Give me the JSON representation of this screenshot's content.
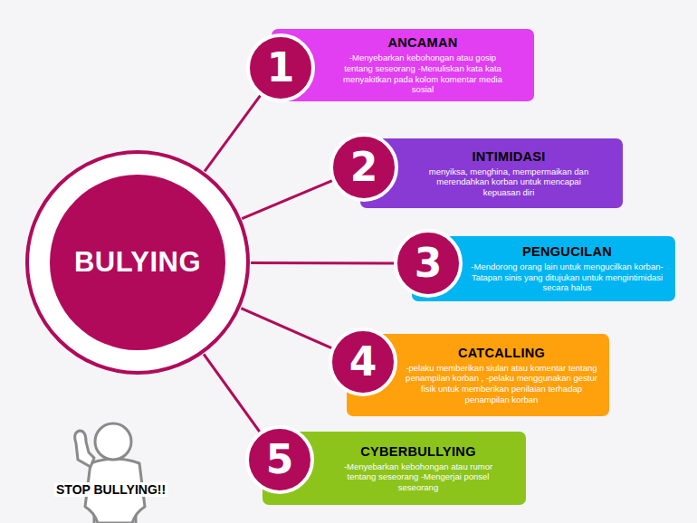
{
  "diagram": {
    "nodes": [
      {
        "text": [
          "BULYING"
        ]
      },
      {
        "text": [
          "1"
        ]
      },
      {
        "text": [
          "ANCAMAN",
          "-Menyebarkan kebohongan atau gosip tentang seseorang -Menuliskan kata kata menyakitkan pada kolom komentar media sosial"
        ]
      },
      {
        "text": [
          "2"
        ]
      },
      {
        "text": [
          "INTIMIDASI",
          "menyiksa, menghina, mempermaikan dan merendahkan korban untuk mencapai kepuasan diri"
        ]
      },
      {
        "text": [
          "3"
        ]
      },
      {
        "text": [
          "PENGUCILAN",
          "-Mendorong orang lain untuk mengucilkan korban- Tatapan sinis yang ditujukan untuk mengintimidasi secara halus"
        ]
      },
      {
        "text": [
          "4"
        ]
      },
      {
        "text": [
          "CATCALLING",
          "-pelaku memberikan siulan atau komentar tentang penampilan korban , -pelaku menggunakan gestur fisik untuk memberikan penilaian terhadap penampilan korban"
        ]
      },
      {
        "text": [
          "5"
        ]
      },
      {
        "text": [
          "CYBERBULLYING",
          "-Menyebarkan kebohongan atau rumor tentang seseorang -Mengerjai ponsel seseorang"
        ]
      }
    ],
    "edges": [
      {
        "from": 0,
        "to": 1,
        "arrow": "none"
      },
      {
        "from": 0,
        "to": 3,
        "arrow": "none"
      },
      {
        "from": 0,
        "to": 5,
        "arrow": "none"
      },
      {
        "from": 0,
        "to": 7,
        "arrow": "none"
      },
      {
        "from": 0,
        "to": 9,
        "arrow": "none"
      }
    ],
    "labels": [
      "STOP BULLYING!!"
    ]
  }
}
